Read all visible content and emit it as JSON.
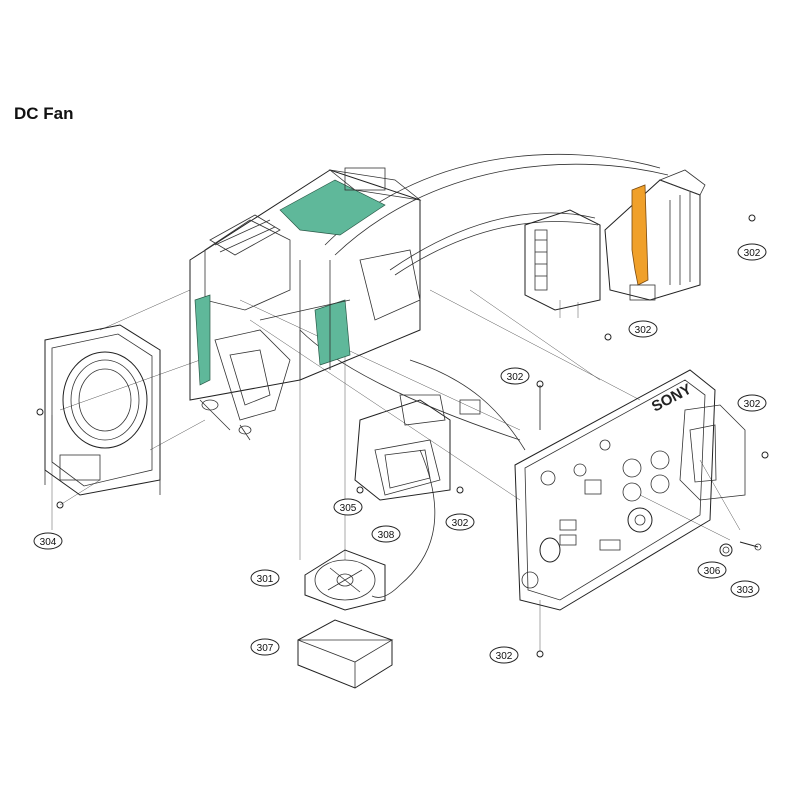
{
  "title": "DC Fan",
  "brand_logo": "SONY",
  "colors": {
    "pcb": "#5fb89a",
    "highlight_part": "#f0a02a",
    "line": "#333333"
  },
  "callouts": [
    {
      "id": "c302a",
      "label": "302"
    },
    {
      "id": "c302b",
      "label": "302"
    },
    {
      "id": "c302c",
      "label": "302"
    },
    {
      "id": "c302d",
      "label": "302"
    },
    {
      "id": "c302e",
      "label": "302"
    },
    {
      "id": "c302f",
      "label": "302"
    },
    {
      "id": "c304",
      "label": "304"
    },
    {
      "id": "c305",
      "label": "305"
    },
    {
      "id": "c308",
      "label": "308"
    },
    {
      "id": "c301",
      "label": "301"
    },
    {
      "id": "c307",
      "label": "307"
    },
    {
      "id": "c306",
      "label": "306"
    },
    {
      "id": "c303",
      "label": "303"
    }
  ]
}
